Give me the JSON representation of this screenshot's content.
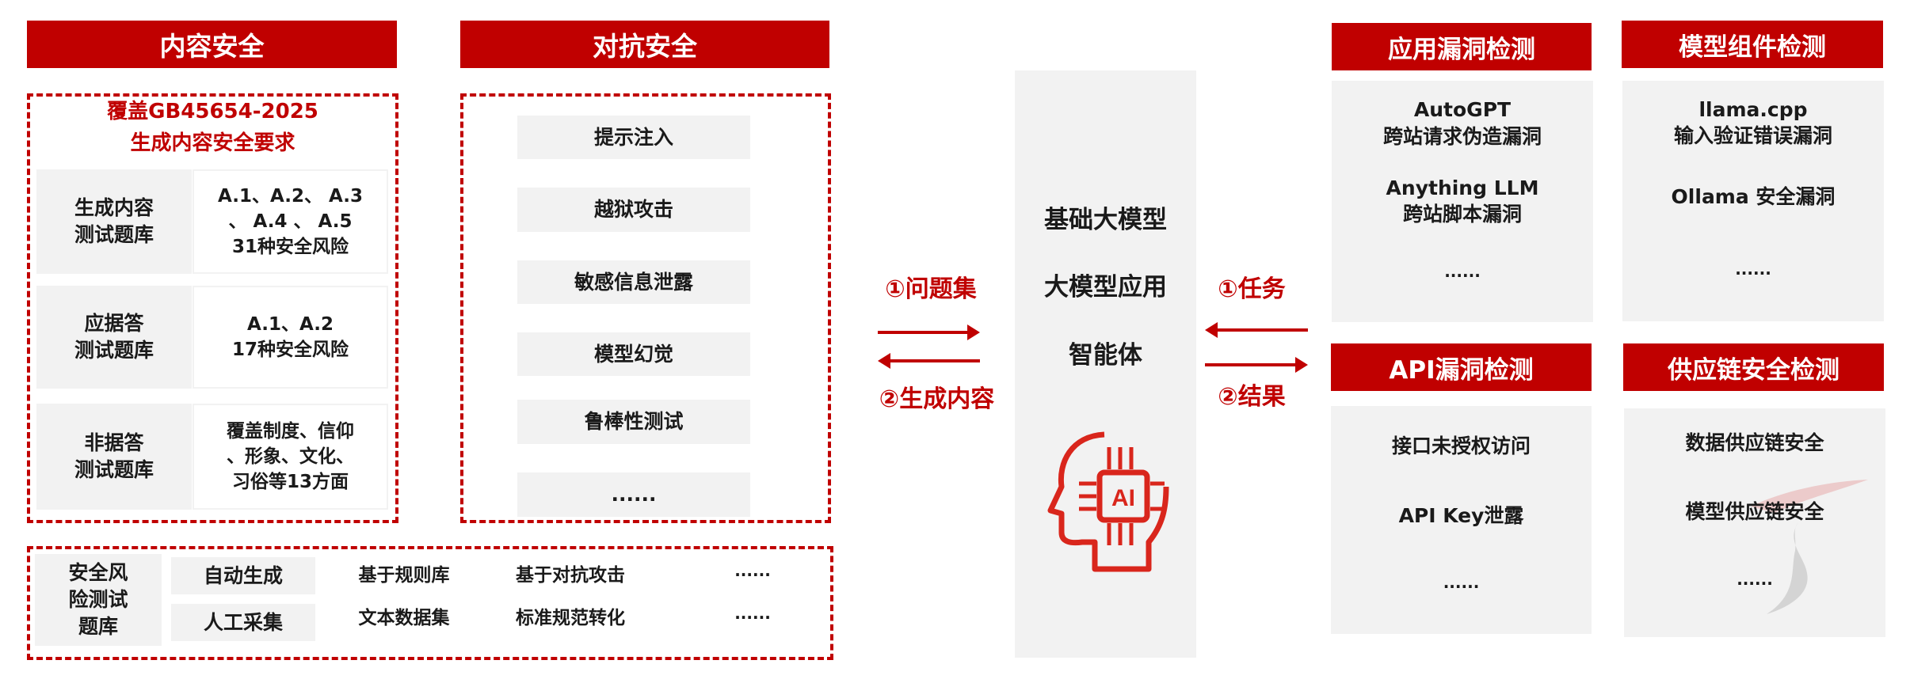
{
  "content_security": {
    "title": "内容安全",
    "standard_line1": "覆盖GB45654-2025",
    "standard_line2": "生成内容安全要求",
    "rows": [
      {
        "label_1": "生成内容",
        "label_2": "测试题库",
        "desc_1": "A.1、A.2、 A.3",
        "desc_2": "、 A.4 、 A.5",
        "desc_3": "31种安全风险"
      },
      {
        "label_1": "应据答",
        "label_2": "测试题库",
        "desc_1": "A.1、A.2",
        "desc_2": "17种安全风险"
      },
      {
        "label_1": "非据答",
        "label_2": "测试题库",
        "desc_1": "覆盖制度、信仰",
        "desc_2": "、形象、文化、",
        "desc_3": "习俗等13方面"
      }
    ]
  },
  "adversarial_security": {
    "title": "对抗安全",
    "items": [
      "提示注入",
      "越狱攻击",
      "敏感信息泄露",
      "模型幻觉",
      "鲁棒性测试",
      "......"
    ]
  },
  "test_library": {
    "label_1": "安全风",
    "label_2": "险测试",
    "label_3": "题库",
    "rows": [
      {
        "method": "自动生成",
        "a": "基于规则库",
        "b": "基于对抗攻击",
        "more": "......"
      },
      {
        "method": "人工采集",
        "a": "文本数据集",
        "b": "标准规范转化",
        "more": "......"
      }
    ]
  },
  "flow_left": {
    "top": "①问题集",
    "bottom": "②生成内容"
  },
  "center": {
    "items": [
      "基础大模型",
      "大模型应用",
      "智能体"
    ],
    "icon": "ai-head-icon",
    "icon_text": "AI"
  },
  "flow_right": {
    "top": "①任务",
    "bottom": "②结果"
  },
  "app_vuln": {
    "title": "应用漏洞检测",
    "items": [
      {
        "l1": "AutoGPT",
        "l2": "跨站请求伪造漏洞"
      },
      {
        "l1": "Anything LLM",
        "l2": "跨站脚本漏洞"
      }
    ],
    "more": "......"
  },
  "model_component": {
    "title": "模型组件检测",
    "items": [
      {
        "l1": "llama.cpp",
        "l2": "输入验证错误漏洞"
      },
      {
        "l1": "Ollama 安全漏洞"
      }
    ],
    "more": "......"
  },
  "api_vuln": {
    "title": "API漏洞检测",
    "items": [
      "接口未授权访问",
      "API Key泄露"
    ],
    "more": "......"
  },
  "supply_chain": {
    "title": "供应链安全检测",
    "items": [
      "数据供应链安全",
      "模型供应链安全"
    ],
    "more": "......"
  },
  "colors": {
    "accent": "#C00000",
    "panel": "#F2F2F2"
  }
}
